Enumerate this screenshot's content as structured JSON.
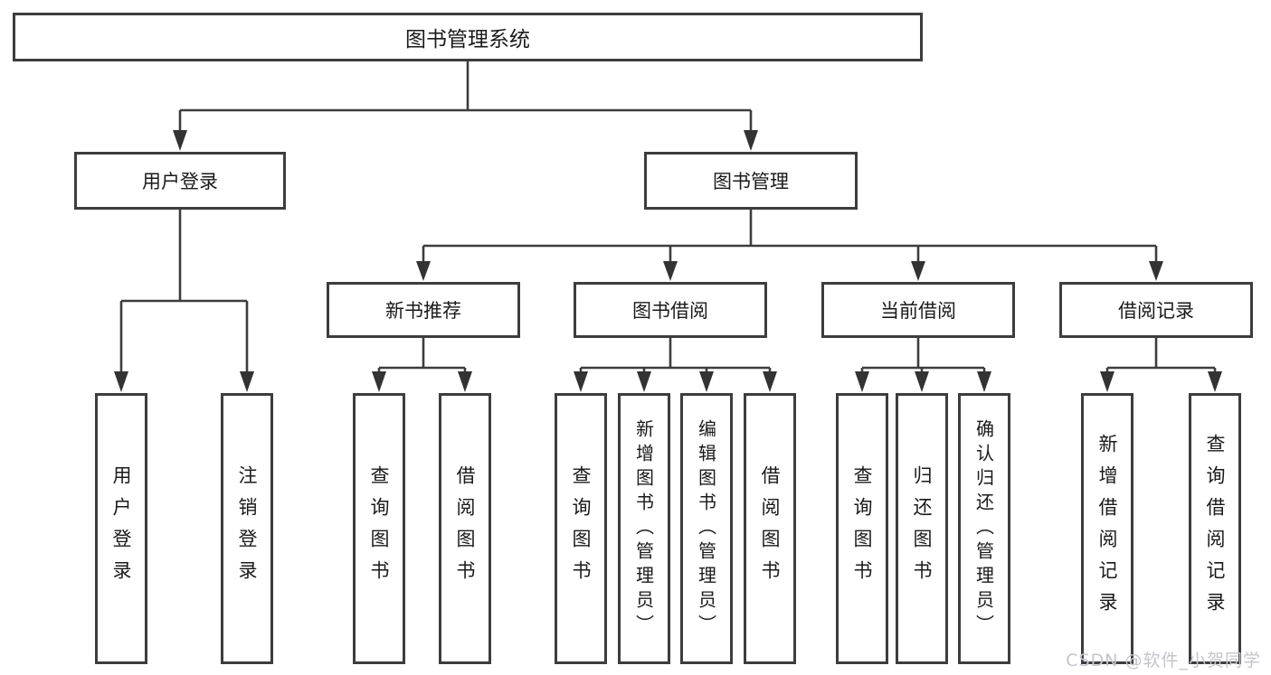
{
  "tree": {
    "label": "图书管理系统",
    "children": [
      {
        "label": "用户登录",
        "children": [
          {
            "label": "用户登录"
          },
          {
            "label": "注销登录"
          }
        ]
      },
      {
        "label": "图书管理",
        "children": [
          {
            "label": "新书推荐",
            "children": [
              {
                "label": "查询图书"
              },
              {
                "label": "借阅图书"
              }
            ]
          },
          {
            "label": "图书借阅",
            "children": [
              {
                "label": "查询图书"
              },
              {
                "label": "新增图书（管理员）"
              },
              {
                "label": "编辑图书（管理员）"
              },
              {
                "label": "借阅图书"
              }
            ]
          },
          {
            "label": "当前借阅",
            "children": [
              {
                "label": "查询图书"
              },
              {
                "label": "归还图书"
              },
              {
                "label": "确认归还（管理员）"
              }
            ]
          },
          {
            "label": "借阅记录",
            "children": [
              {
                "label": "新增借阅记录"
              },
              {
                "label": "查询借阅记录"
              }
            ]
          }
        ]
      }
    ]
  },
  "watermark": {
    "text": "CSDN @软件_小贺同学"
  },
  "colors": {
    "line": "#3d3d3d",
    "box_border": "#3d3d3d",
    "box_fill": "#ffffff",
    "text": "#1a1a1a",
    "watermark": "#c4c4cb"
  }
}
